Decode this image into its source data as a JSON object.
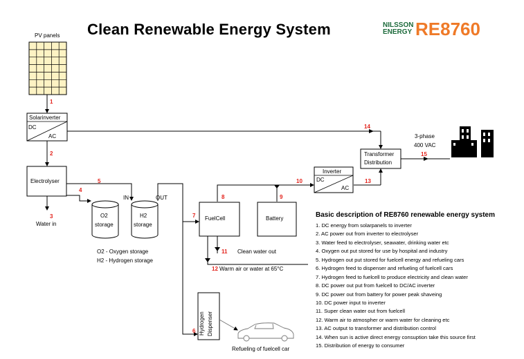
{
  "header": {
    "title": "Clean Renewable Energy System",
    "logo_brand": "NILSSON ENERGY",
    "logo_model": "RE8760"
  },
  "colors": {
    "accent_orange": "#ef7a28",
    "brand_green": "#1d6b3c",
    "step_red": "#e3221b",
    "panel_fill": "#fdf3c4"
  },
  "components": {
    "pv_panels": "PV panels",
    "solarinverter": "Solarinverter",
    "solar_dc": "DC",
    "solar_ac": "AC",
    "electrolyser": "Electrolyser",
    "water_in": "Water in",
    "o2_label": "O2",
    "o2_sub": "storage",
    "h2_label": "H2",
    "h2_sub": "storage",
    "in_label": "IN",
    "out_label": "OUT",
    "fuelcell": "FuelCell",
    "battery": "Battery",
    "inverter": "Inverter",
    "inv_dc": "DC",
    "inv_ac": "AC",
    "transformer_1": "Transformer",
    "transformer_2": "Distribution",
    "three_phase": "3-phase",
    "vac": "400 VAC",
    "hydrogen_1": "Hydrogen",
    "hydrogen_2": "Dispenser",
    "clean_water_out": "Clean water out",
    "warm_air": "Warm air or water at 65°C",
    "o2_legend": "O2 - Oxygen storage",
    "h2_legend": "H2 - Hydrogen storage",
    "refueling": "Refueling of fuelcell car"
  },
  "step_numbers": [
    "1",
    "2",
    "3",
    "4",
    "5",
    "6",
    "7",
    "8",
    "9",
    "10",
    "11",
    "12",
    "13",
    "14",
    "15"
  ],
  "description": {
    "title": "Basic description of RE8760 renewable energy system",
    "items": [
      "1.  DC energy from solarpanels to inverter",
      "2.  AC power out from inverter to electrolyser",
      "3.  Water feed to electrolyser, seawater, drinking water etc",
      "4.  Oxygen out put stored for use by hospital and industry",
      "5.  Hydrogen out put stored for fuelcell energy and refueling cars",
      "6.  Hydrogen feed to dispenser and refueling of fuelcell cars",
      "7.  Hydrogen feed to fuelcell to produce electricity and clean water",
      "8.  DC power out put from fuelcell to DC/AC inverter",
      "9.  DC power out from battery for power peak shaveing",
      "10. DC power input to inverter",
      "11. Super clean water out from fuelcell",
      "12. Warm air to atmospher or warm water for cleaning etc",
      "13. AC output to transformer and distribution control",
      "14. When sun is active direct energy consuption take this source first",
      "15. Distribution of energy to consumer"
    ]
  }
}
